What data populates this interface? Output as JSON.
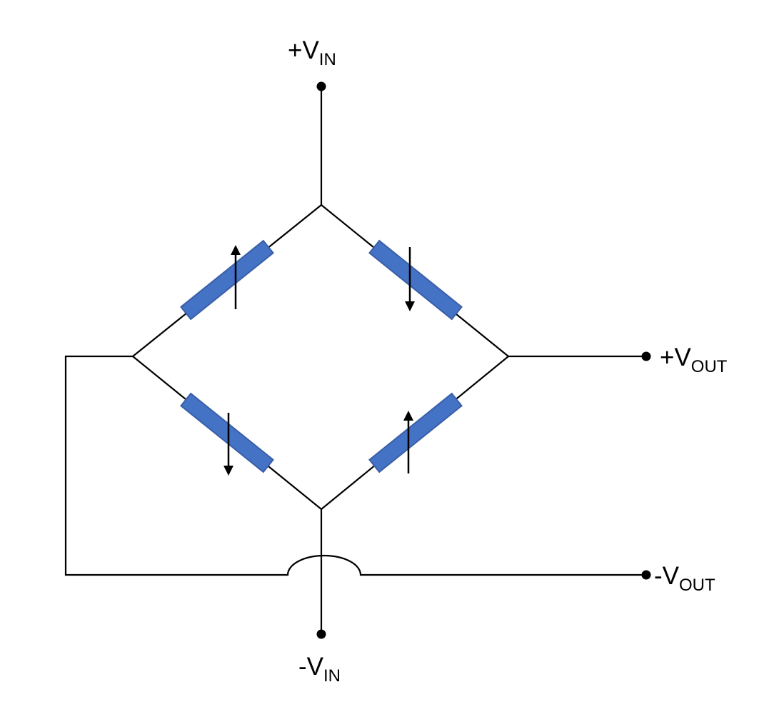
{
  "diagram": {
    "kind": "wheatstone-bridge-circuit",
    "colors": {
      "wire": "#000000",
      "gauge_fill": "#4472C4",
      "gauge_stroke": "#3A5FA8",
      "background": "#FFFFFF"
    },
    "terminals": {
      "vin_pos": {
        "main": "+V",
        "sub": "IN"
      },
      "vin_neg": {
        "main": "-V",
        "sub": "IN"
      },
      "vout_pos": {
        "main": "+V",
        "sub": "OUT"
      },
      "vout_neg": {
        "main": "-V",
        "sub": "OUT"
      }
    },
    "gauges": [
      {
        "position": "top-left",
        "arrow": "up"
      },
      {
        "position": "top-right",
        "arrow": "down"
      },
      {
        "position": "bottom-left",
        "arrow": "down"
      },
      {
        "position": "bottom-right",
        "arrow": "up"
      }
    ]
  }
}
